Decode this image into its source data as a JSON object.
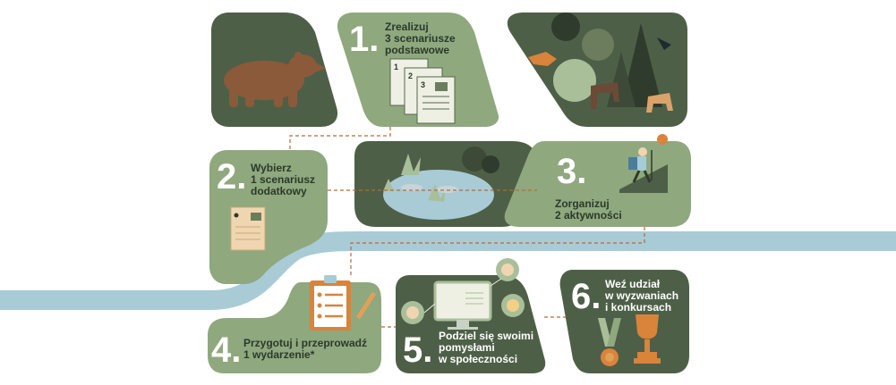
{
  "colors": {
    "dark_green": "#4e5f47",
    "light_green": "#8fa87e",
    "river": "#a8cbd6",
    "paper": "#f0d6b0",
    "accent": "#d9833b"
  },
  "steps": [
    {
      "number": "1.",
      "text": "Zrealizuj\n3 scenariusze\npodstawowe"
    },
    {
      "number": "2.",
      "text": "Wybierz\n1 scenariusz\ndodatkowy"
    },
    {
      "number": "3.",
      "text": "Zorganizuj\n2 aktywności"
    },
    {
      "number": "4.",
      "text": "Przygotuj i przeprowadź\n1 wydarzenie*"
    },
    {
      "number": "5.",
      "text": "Podziel się swoimi\npomysłami\nw społeczności"
    },
    {
      "number": "6.",
      "text": "Weź udział\nw wyzwaniach\ni konkursach"
    }
  ],
  "scenario_sheets": [
    "1",
    "2",
    "3"
  ],
  "icons": [
    "bear-icon",
    "forest-animals-icon",
    "pond-icon",
    "hiker-icon",
    "clipboard-icon",
    "computer-community-icon",
    "medal-icon",
    "trophy-icon"
  ]
}
